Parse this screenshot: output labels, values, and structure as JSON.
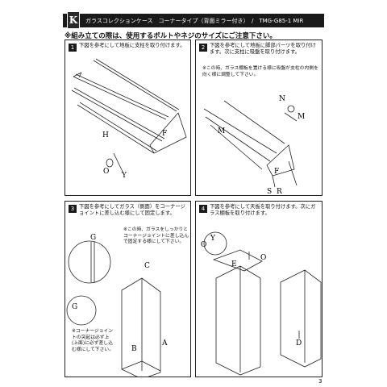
{
  "header": {
    "logo": "K",
    "title": "ガラスコレクションケース　コーナータイプ（背面ミラー付き）　/　TMG-G85-1 MIR"
  },
  "warning": "※組み立ての際は、使用するボルトやネジのサイズにご注意下さい。",
  "steps": [
    {
      "number": "1",
      "text": "下図を参考にして地板に支柱を取り付けます。",
      "labels": {
        "H": "H",
        "F": "F",
        "O": "O",
        "Y": "Y"
      }
    },
    {
      "number": "2",
      "text": "下図を参考にして地板に脚部パーツを取り付けます。次に支柱に吸盤を取り付けます。",
      "note": "※この時、ガラス棚板を置ける様に吸盤が支柱の内側を向く様に調整して下さい。",
      "labels": {
        "N": "N",
        "M1": "M",
        "M2": "M",
        "F": "F",
        "S": "S",
        "R": "R"
      }
    },
    {
      "number": "3",
      "text": "下図を参考にしてガラス（側面）をコーナージョイントに差し込む様にして固定します。",
      "note": "※この時、ガラスをしっかりとコーナージョイントに差し込んで固定する様にして下さい。",
      "note2": "※コーナージョイントの突起は必ず上(上面)に必ず差し込む様にして下さい。",
      "labels": {
        "G1": "G",
        "G2": "G",
        "C": "C",
        "A": "A",
        "B": "B"
      }
    },
    {
      "number": "4",
      "text": "下図を参考にして天板を取り付けます。次にガラス棚板を取り付けます。",
      "labels": {
        "Y": "Y",
        "O1": "O",
        "O2": "O",
        "E": "E",
        "D": "D"
      }
    }
  ],
  "page_number": "3"
}
